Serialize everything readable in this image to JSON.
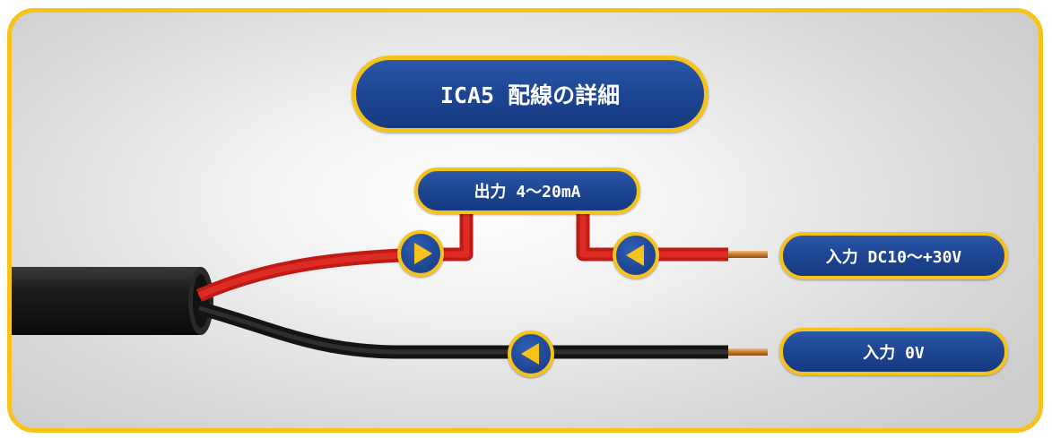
{
  "diagram": {
    "title": "ICA5 配線の詳細",
    "output_label": "出力 4～20mA",
    "input_supply_label": "入力 DC10～+30V",
    "input_zero_label": "入力 0V",
    "colors": {
      "frame_border": "#f7c21a",
      "pill_fill": "#1f4796",
      "red_wire": "#d8201a",
      "black_wire": "#222222",
      "copper": "#d08a3a"
    },
    "icons": {
      "red_out_arrow": "arrow-right-icon",
      "red_in_arrow": "arrow-left-icon",
      "black_arrow": "arrow-left-icon"
    }
  }
}
